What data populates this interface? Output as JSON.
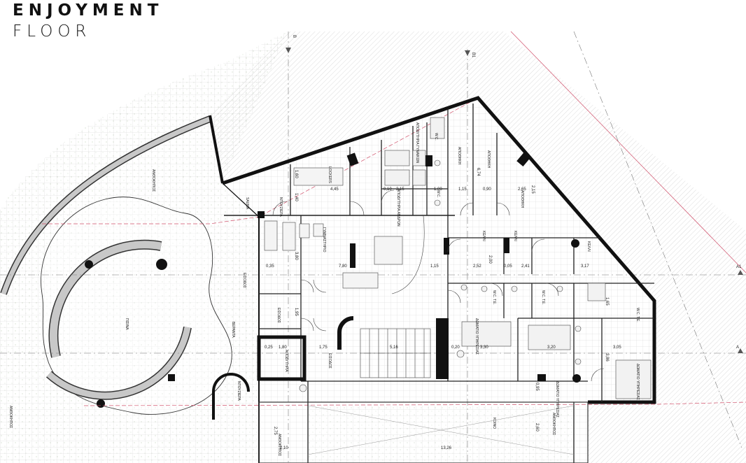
{
  "title": {
    "line1": "ENJOYMENT",
    "line2": "FLOOR"
  },
  "section_markers": {
    "b": "B",
    "b1": "B1",
    "a1": "A1",
    "a": "A"
  },
  "rooms": {
    "sauna": "SAUNA",
    "lockers": "LOCKERS",
    "shower1": "ΝΤΟΥΖΙΕΡΑ",
    "wc_women": "ΑΠΟΔΥΤΗΡΙΑ ΓΥΝΑΙΚΩΝ",
    "wc_men": "ΑΠΟΔΥΤΗΡΙΑ ΑΝΔΡΩΝ",
    "wc1": "W.C.",
    "wc2": "W.C.",
    "storage1": "ΑΠΟΘΗΚΗ",
    "storage2": "ΑΠΟΘΗΚΗ",
    "storage3": "ΑΠΟΘΗΚΗ",
    "gym": "ΓΥΜΝΑΣΤΗΡΙΟ",
    "room1": "ΚΕΛΛΙ",
    "room2": "ΚΕΛΛΙ",
    "room3": "ΚΕΛΛΙ",
    "entrance": "ΕΙΣΟΔΟΣ",
    "entrance2": "ΕΙΣΟΔΟΣ",
    "entrance3": "ΕΙΣΟΔΟΣ",
    "veranda": "ΒΕΡΑΝΤΑ",
    "pool": "ΠΙΣΙΝΑ",
    "changing": "ΑΠΟΔΥΤΗΡΙΑ",
    "shower2": "ΝΤΟΥΖΙΕΡΑ",
    "bedroom1": "ΔΩΜΑΤΙΟ ΥΠΗΡΕΣΙΑΣ",
    "bedroom2": "ΔΩΜΑΤΙΟ ΥΠΗΡΕΣΙΑΣ",
    "bedroom3": "ΔΩΜΑΤΙΟ ΥΠΗΡΕΣΙΑΣ",
    "wc_te1": "W.C. T.E.",
    "wc_te2": "W.C. T.E.",
    "wc_te3": "W.C. T.E.",
    "garden1": "ΑΝΘΟΚΗΠΟΣ",
    "garden2": "ΑΝΘΟΚΗΠΟΣ",
    "garden3": "ΑΝΘΟΚΗΠΟΣ",
    "garden4": "ΑΝΘΟΚΗΠΟΣ",
    "corridor": "ΚΟΙΝΟ"
  },
  "dimensions": {
    "d1": "4,45",
    "d2": "2,15",
    "d3": "1,00",
    "d4": "0,10",
    "d5": "1,15",
    "d6": "0,90",
    "d7": "2,65",
    "d8": "7,80",
    "d9": "1,15",
    "d10": "2,52",
    "d11": "2,41",
    "d12": "3,17",
    "d13": "0,35",
    "d14": "5,16",
    "d15": "3,30",
    "d16": "3,20",
    "d17": "3,05",
    "d18": "1,80",
    "d19": "1,75",
    "d20": "2,10",
    "d21": "13,26",
    "d22": "0,25",
    "d23": "0,05",
    "d24": "6,74",
    "d25": "2,00",
    "d26": "2,60",
    "d27": "0,95",
    "d28": "2,75",
    "d29": "1,40",
    "d30": "3,80",
    "d31": "1,95",
    "d32": "1,60",
    "d33": "1,65",
    "d34": "3,86",
    "d35": "2,15",
    "d36": "0,20"
  },
  "colors": {
    "ink": "#111111",
    "grid": "#c9c9c9",
    "hatch": "#bdbdbd",
    "red": "#d0506a",
    "arc": "#bfbfbf"
  }
}
